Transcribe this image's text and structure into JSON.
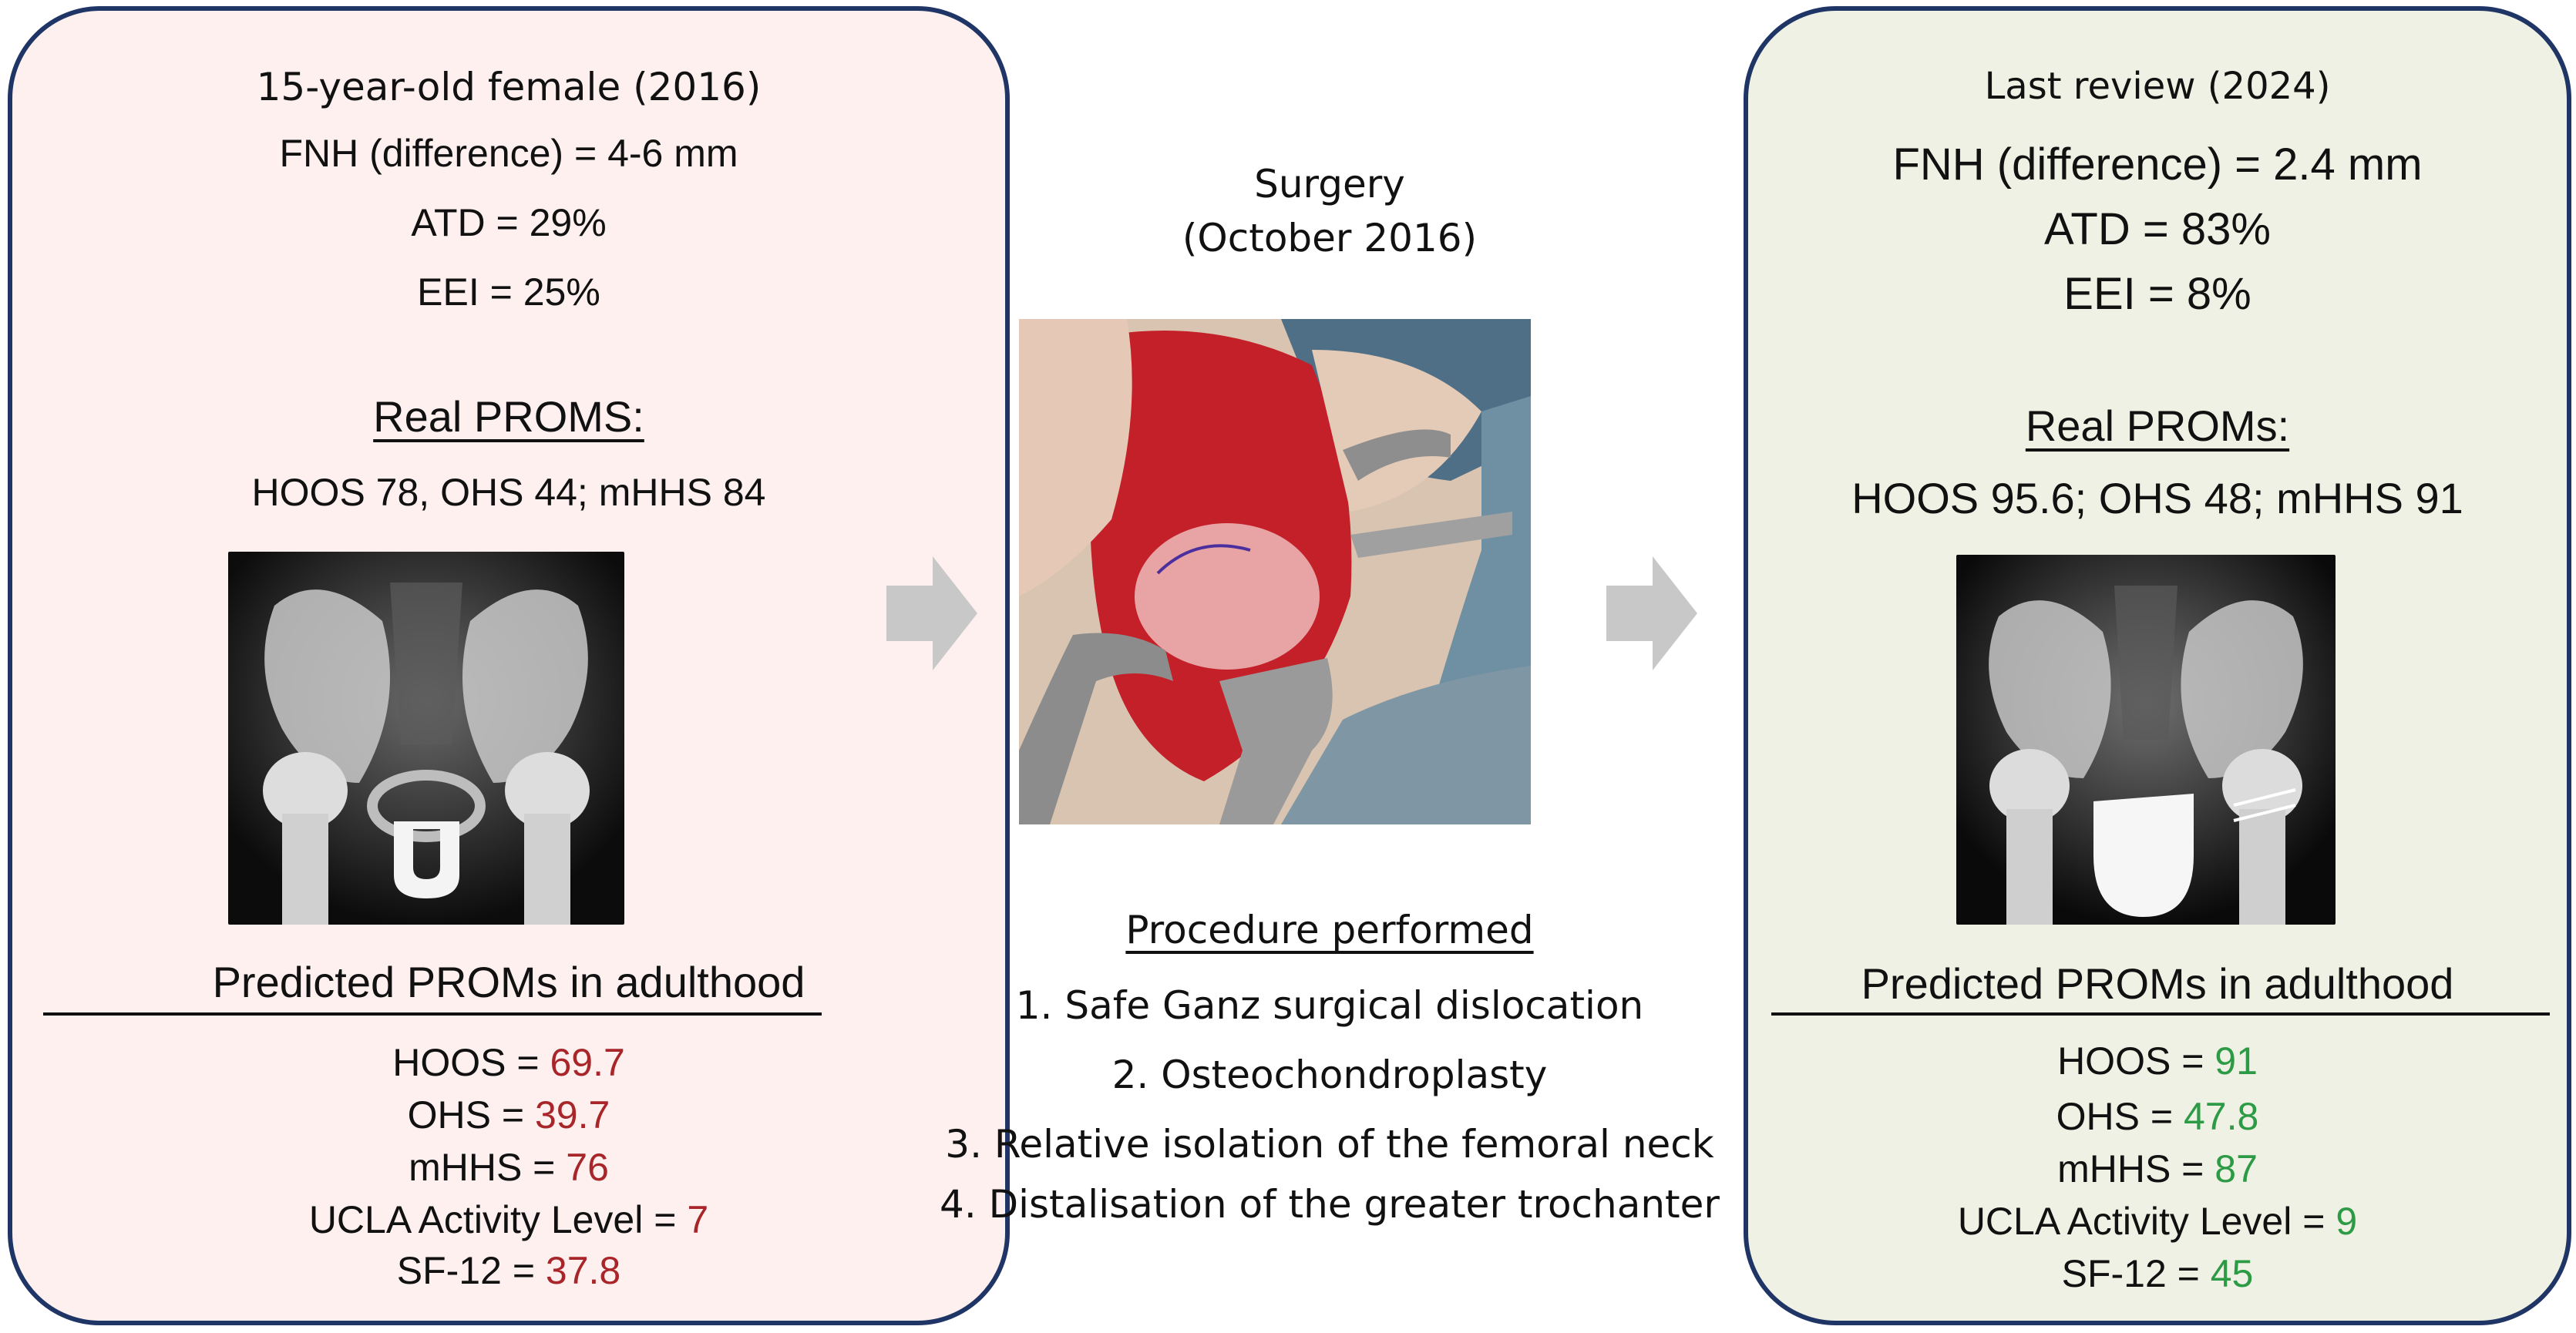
{
  "left_panel": {
    "title": "15-year-old female (2016)",
    "metrics": [
      "FNH (difference) = 4-6 mm",
      "ATD = 29%",
      "EEI = 25%"
    ],
    "real_proms_heading": "Real PROMS:",
    "real_proms_values": "HOOS 78, OHS 44; mHHS 84",
    "predicted_heading": "Predicted PROMs in adulthood",
    "predicted": [
      {
        "label": "HOOS = ",
        "value": "69.7"
      },
      {
        "label": "OHS = ",
        "value": "39.7"
      },
      {
        "label": "mHHS = ",
        "value": "76"
      },
      {
        "label": "UCLA Activity Level = ",
        "value": "7"
      },
      {
        "label": "SF-12 = ",
        "value": "37.8"
      }
    ]
  },
  "center": {
    "title": "Surgery",
    "subtitle": "(October 2016)",
    "procedure_heading": "Procedure performed",
    "steps": [
      "1. Safe Ganz surgical dislocation",
      "2. Osteochondroplasty",
      "3. Relative isolation of the femoral neck",
      "4. Distalisation of the greater trochanter"
    ]
  },
  "right_panel": {
    "title": "Last review (2024)",
    "metrics": [
      "FNH (difference) = 2.4 mm",
      "ATD = 83%",
      "EEI = 8%"
    ],
    "real_proms_heading": "Real PROMs:",
    "real_proms_values": "HOOS 95.6; OHS 48; mHHS 91",
    "predicted_heading": "Predicted PROMs in adulthood",
    "predicted": [
      {
        "label": "HOOS = ",
        "value": "91"
      },
      {
        "label": "OHS = ",
        "value": "47.8"
      },
      {
        "label": "mHHS = ",
        "value": "87"
      },
      {
        "label": "UCLA Activity Level = ",
        "value": "9"
      },
      {
        "label": "SF-12 = ",
        "value": "45"
      }
    ]
  },
  "colors": {
    "panel_border": "#1f3566",
    "left_panel_bg": "#fdf0ef",
    "right_panel_bg": "#eef1e3",
    "left_value": "#a8262a",
    "right_value": "#2d9a45",
    "arrow": "#c8c8c8"
  },
  "icons": {
    "left_image": "pelvis-xray-preop",
    "center_image": "surgical-photo",
    "right_image": "pelvis-xray-postop",
    "arrows": "right-arrow-icon"
  }
}
